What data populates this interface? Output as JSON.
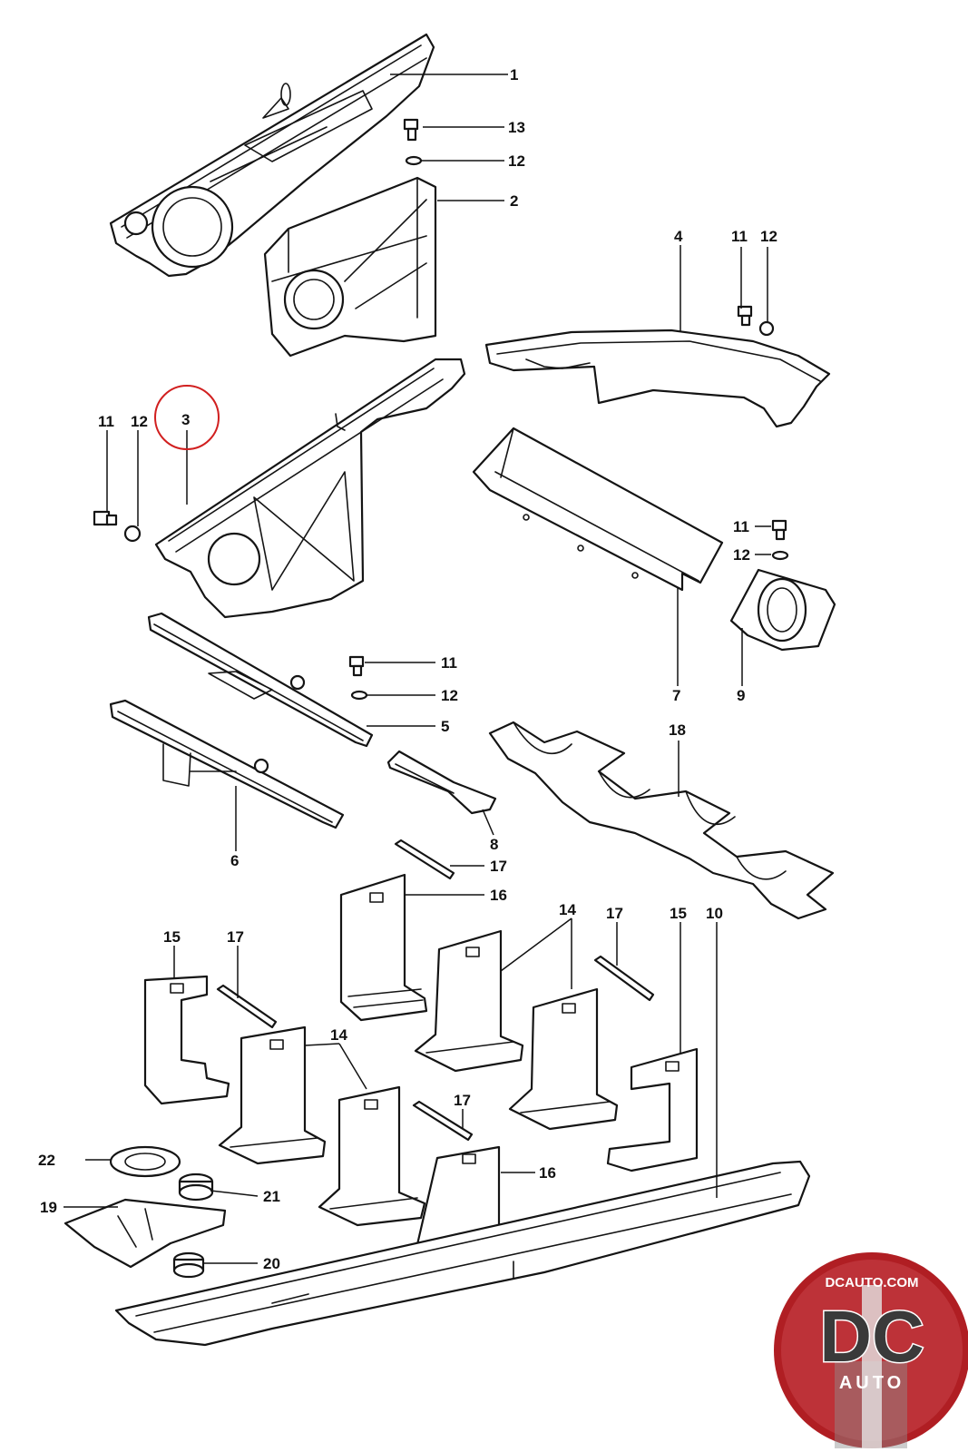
{
  "callouts": {
    "p1": "1",
    "p2": "2",
    "p3": "3",
    "p4": "4",
    "p5": "5",
    "p6": "6",
    "p7": "7",
    "p8": "8",
    "p9": "9",
    "p10": "10",
    "p11a": "11",
    "p11b": "11",
    "p11c": "11",
    "p11d": "11",
    "p12a": "12",
    "p12b": "12",
    "p12c": "12",
    "p12d": "12",
    "p12e": "12",
    "p13": "13",
    "p14a": "14",
    "p14b": "14",
    "p15a": "15",
    "p15b": "15",
    "p16a": "16",
    "p16b": "16",
    "p17a": "17",
    "p17b": "17",
    "p17c": "17",
    "p17d": "17",
    "p18": "18",
    "p19": "19",
    "p20": "20",
    "p21": "21",
    "p22": "22"
  },
  "highlighted_part": "3",
  "colors": {
    "line": "#141414",
    "highlight": "#d11f1f",
    "logo_red": "#b01e23",
    "logo_dark": "#3a3a3a"
  },
  "logo": {
    "top_text": "DCAUTO.COM",
    "main_text": "DC",
    "sub_text": "AUTO"
  }
}
